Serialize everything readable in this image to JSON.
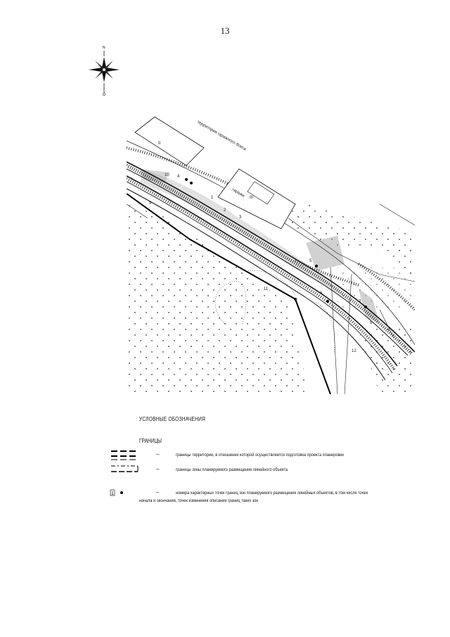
{
  "page": {
    "number": "13"
  },
  "compass": {
    "north_label": "N"
  },
  "map": {
    "labels": {
      "territory_a": "территория гаражного бокса",
      "building_label": "гаражи",
      "parcel_a": "II",
      "parcel_b": "III"
    },
    "points": [
      "4",
      "1",
      "2",
      "3",
      "5",
      "6",
      "7",
      "8",
      "9",
      "10",
      "11",
      "12"
    ]
  },
  "legend": {
    "heading": "УСЛОВНЫЕ ОБОЗНАЧЕНИЯ",
    "subheading": "ГРАНИЦЫ",
    "dash": "–",
    "items": [
      {
        "text": "границы территории, в отношении которой осуществляется подготовка проекта планировки"
      },
      {
        "text": "границы зоны планируемого размещения линейного объекта"
      }
    ],
    "point_item": {
      "line1": "номера характерных точек границ зон планируемого размещения линейных объектов, в том числе точек",
      "line2": "начала и окончания, точек изменения описания границ таких зон"
    }
  }
}
